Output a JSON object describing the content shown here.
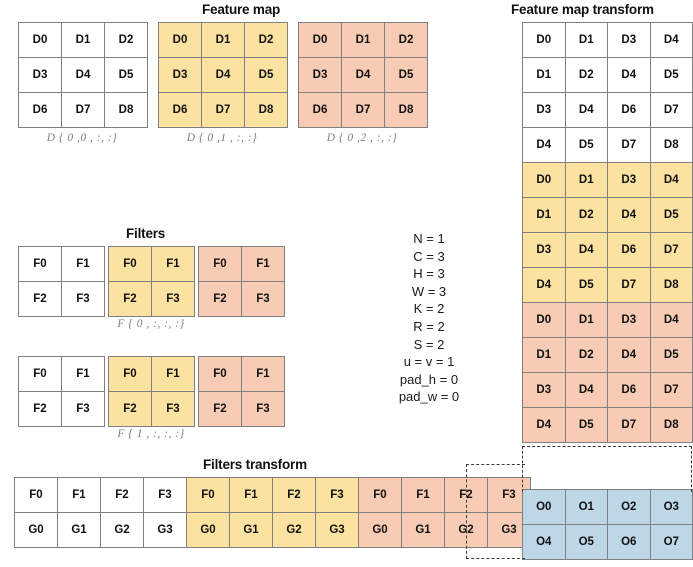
{
  "titles": {
    "feature_map": "Feature map",
    "feature_map_transform": "Feature map transform",
    "filters": "Filters",
    "filters_transform": "Filters transform"
  },
  "feature_maps": [
    {
      "color": "white",
      "label": "D { 0 ,0 , :, :}",
      "rows": [
        [
          "D0",
          "D1",
          "D2"
        ],
        [
          "D3",
          "D4",
          "D5"
        ],
        [
          "D6",
          "D7",
          "D8"
        ]
      ]
    },
    {
      "color": "yellow",
      "label": "D { 0 ,1 , :, :}",
      "rows": [
        [
          "D0",
          "D1",
          "D2"
        ],
        [
          "D3",
          "D4",
          "D5"
        ],
        [
          "D6",
          "D7",
          "D8"
        ]
      ]
    },
    {
      "color": "pink",
      "label": "D { 0 ,2 , :, :}",
      "rows": [
        [
          "D0",
          "D1",
          "D2"
        ],
        [
          "D3",
          "D4",
          "D5"
        ],
        [
          "D6",
          "D7",
          "D8"
        ]
      ]
    }
  ],
  "filters": [
    {
      "label": "F { 0 , :, :, :}",
      "grids": [
        {
          "color": "white",
          "rows": [
            [
              "F0",
              "F1"
            ],
            [
              "F2",
              "F3"
            ]
          ]
        },
        {
          "color": "yellow",
          "rows": [
            [
              "F0",
              "F1"
            ],
            [
              "F2",
              "F3"
            ]
          ]
        },
        {
          "color": "pink",
          "rows": [
            [
              "F0",
              "F1"
            ],
            [
              "F2",
              "F3"
            ]
          ]
        }
      ]
    },
    {
      "label": "F { 1 , :, :, :}",
      "grids": [
        {
          "color": "white",
          "rows": [
            [
              "F0",
              "F1"
            ],
            [
              "F2",
              "F3"
            ]
          ]
        },
        {
          "color": "yellow",
          "rows": [
            [
              "F0",
              "F1"
            ],
            [
              "F2",
              "F3"
            ]
          ]
        },
        {
          "color": "pink",
          "rows": [
            [
              "F0",
              "F1"
            ],
            [
              "F2",
              "F3"
            ]
          ]
        }
      ]
    }
  ],
  "params": [
    "N = 1",
    "C = 3",
    "H = 3",
    "W = 3",
    "K = 2",
    "R = 2",
    "S = 2",
    "u = v = 1",
    "pad_h = 0",
    "pad_w = 0"
  ],
  "feature_map_transform": {
    "blocks": [
      {
        "color": "white",
        "rows": [
          [
            "D0",
            "D1",
            "D3",
            "D4"
          ],
          [
            "D1",
            "D2",
            "D4",
            "D5"
          ],
          [
            "D3",
            "D4",
            "D6",
            "D7"
          ],
          [
            "D4",
            "D5",
            "D7",
            "D8"
          ]
        ]
      },
      {
        "color": "yellow",
        "rows": [
          [
            "D0",
            "D1",
            "D3",
            "D4"
          ],
          [
            "D1",
            "D2",
            "D4",
            "D5"
          ],
          [
            "D3",
            "D4",
            "D6",
            "D7"
          ],
          [
            "D4",
            "D5",
            "D7",
            "D8"
          ]
        ]
      },
      {
        "color": "pink",
        "rows": [
          [
            "D0",
            "D1",
            "D3",
            "D4"
          ],
          [
            "D1",
            "D2",
            "D4",
            "D5"
          ],
          [
            "D3",
            "D4",
            "D6",
            "D7"
          ],
          [
            "D4",
            "D5",
            "D7",
            "D8"
          ]
        ]
      }
    ]
  },
  "filters_transform": {
    "blocks": [
      {
        "color": "white",
        "rows": [
          [
            "F0",
            "F1",
            "F2",
            "F3"
          ],
          [
            "G0",
            "G1",
            "G2",
            "G3"
          ]
        ]
      },
      {
        "color": "yellow",
        "rows": [
          [
            "F0",
            "F1",
            "F2",
            "F3"
          ],
          [
            "G0",
            "G1",
            "G2",
            "G3"
          ]
        ]
      },
      {
        "color": "pink",
        "rows": [
          [
            "F0",
            "F1",
            "F2",
            "F3"
          ],
          [
            "G0",
            "G1",
            "G2",
            "G3"
          ]
        ]
      }
    ]
  },
  "output": {
    "color": "blue",
    "rows": [
      [
        "O0",
        "O1",
        "O2",
        "O3"
      ],
      [
        "O4",
        "O5",
        "O6",
        "O7"
      ]
    ]
  },
  "colors": {
    "white": "#ffffff",
    "yellow": "#fbe2a0",
    "pink": "#f8cbb4",
    "blue": "#bdd7e7",
    "border": "#808080",
    "text": "#111111",
    "label": "#7f7f7f"
  }
}
